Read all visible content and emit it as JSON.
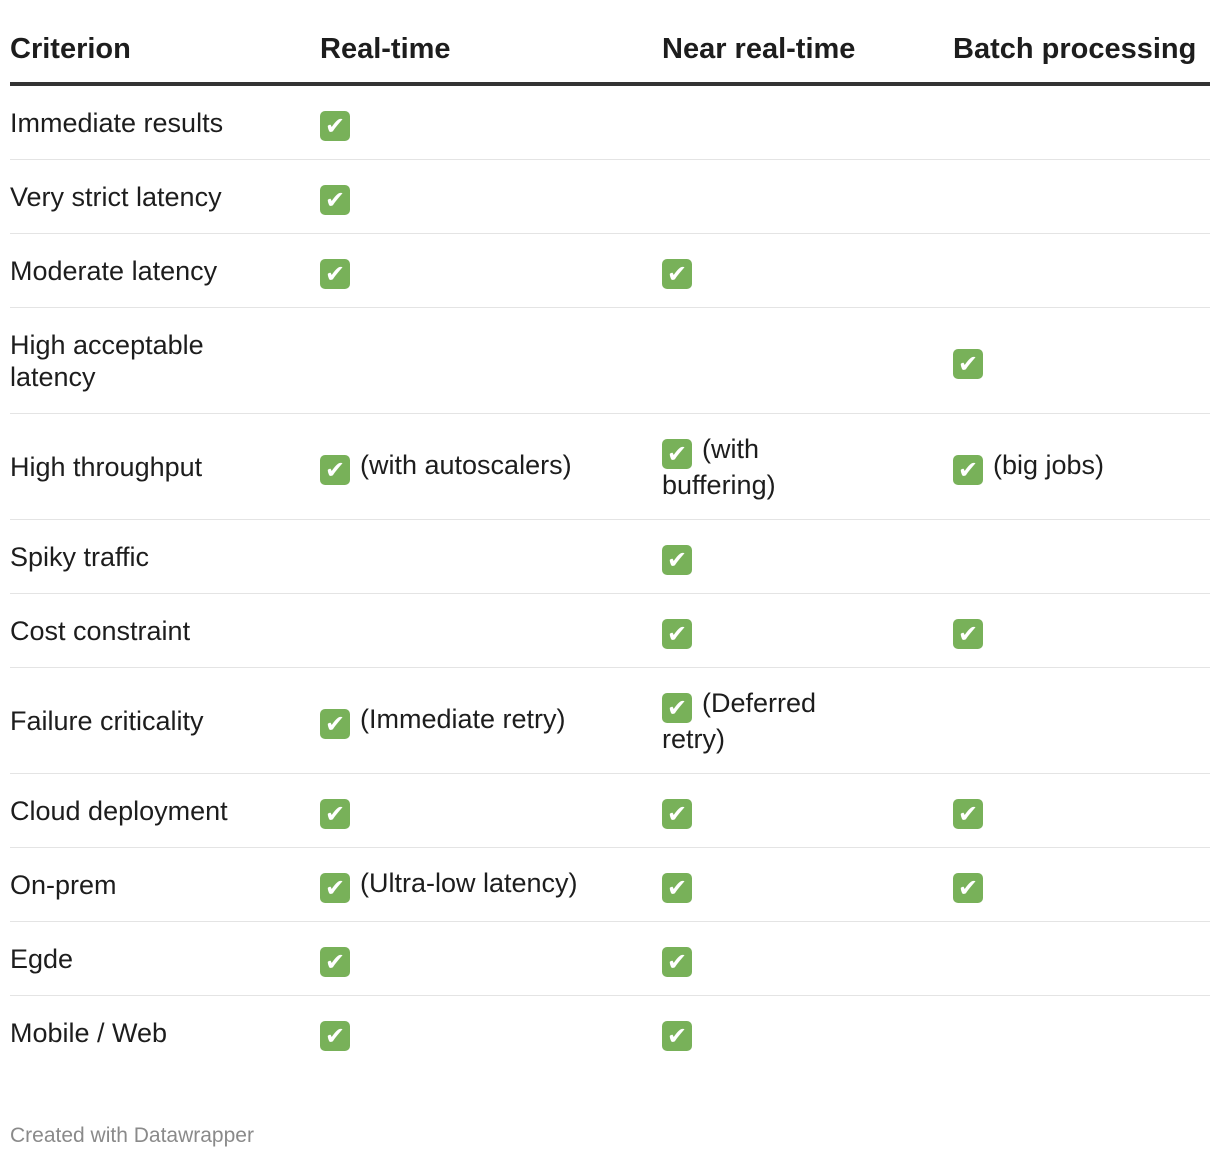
{
  "table": {
    "headers": [
      "Criterion",
      "Real-time",
      "Near real-time",
      "Batch processing"
    ],
    "check_icon": "white-heavy-check-mark",
    "check_color": "#78b159",
    "rows": [
      {
        "criterion": "Immediate results",
        "cells": [
          {
            "check": true,
            "note": ""
          },
          {
            "check": false,
            "note": ""
          },
          {
            "check": false,
            "note": ""
          }
        ]
      },
      {
        "criterion": "Very strict latency",
        "cells": [
          {
            "check": true,
            "note": ""
          },
          {
            "check": false,
            "note": ""
          },
          {
            "check": false,
            "note": ""
          }
        ]
      },
      {
        "criterion": "Moderate latency",
        "cells": [
          {
            "check": true,
            "note": ""
          },
          {
            "check": true,
            "note": ""
          },
          {
            "check": false,
            "note": ""
          }
        ]
      },
      {
        "criterion": "High acceptable latency",
        "cells": [
          {
            "check": false,
            "note": ""
          },
          {
            "check": false,
            "note": ""
          },
          {
            "check": true,
            "note": ""
          }
        ]
      },
      {
        "criterion": "High throughput",
        "cells": [
          {
            "check": true,
            "note": "(with autoscalers)"
          },
          {
            "check": true,
            "note": "(with buffering)"
          },
          {
            "check": true,
            "note": "(big jobs)"
          }
        ]
      },
      {
        "criterion": "Spiky traffic",
        "cells": [
          {
            "check": false,
            "note": ""
          },
          {
            "check": true,
            "note": ""
          },
          {
            "check": false,
            "note": ""
          }
        ]
      },
      {
        "criterion": "Cost constraint",
        "cells": [
          {
            "check": false,
            "note": ""
          },
          {
            "check": true,
            "note": ""
          },
          {
            "check": true,
            "note": ""
          }
        ]
      },
      {
        "criterion": "Failure criticality",
        "cells": [
          {
            "check": true,
            "note": "(Immediate retry)"
          },
          {
            "check": true,
            "note": "(Deferred retry)"
          },
          {
            "check": false,
            "note": ""
          }
        ]
      },
      {
        "criterion": "Cloud deployment",
        "cells": [
          {
            "check": true,
            "note": ""
          },
          {
            "check": true,
            "note": ""
          },
          {
            "check": true,
            "note": ""
          }
        ]
      },
      {
        "criterion": "On-prem",
        "cells": [
          {
            "check": true,
            "note": "(Ultra-low latency)"
          },
          {
            "check": true,
            "note": ""
          },
          {
            "check": true,
            "note": ""
          }
        ]
      },
      {
        "criterion": "Egde",
        "cells": [
          {
            "check": true,
            "note": ""
          },
          {
            "check": true,
            "note": ""
          },
          {
            "check": false,
            "note": ""
          }
        ]
      },
      {
        "criterion": "Mobile / Web",
        "cells": [
          {
            "check": true,
            "note": ""
          },
          {
            "check": true,
            "note": ""
          },
          {
            "check": false,
            "note": ""
          }
        ]
      }
    ]
  },
  "footer": {
    "credit": "Created with Datawrapper"
  }
}
